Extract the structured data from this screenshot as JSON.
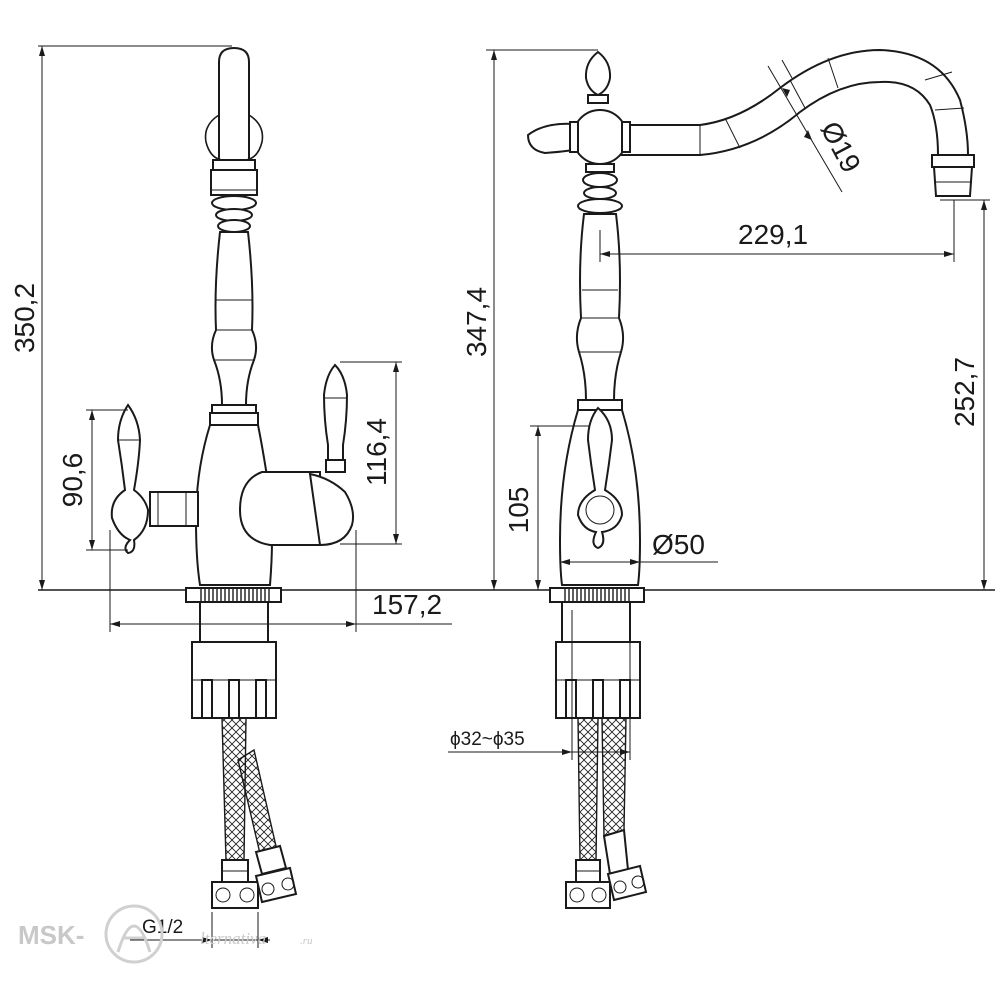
{
  "drawing": {
    "left_view": {
      "dim_height_total": "350,2",
      "dim_handle_height": "90,6",
      "dim_cartridge_height": "116,4",
      "dim_width": "157,2",
      "dim_thread": "G1/2"
    },
    "right_view": {
      "dim_height_total": "347,4",
      "dim_spout_reach": "229,1",
      "dim_spout_height": "252,7",
      "dim_spout_diameter": "Ø19",
      "dim_handle_height": "105",
      "dim_base_diameter": "Ø50",
      "dim_hole_diameter": "ϕ32~ϕ35"
    },
    "watermark": {
      "brand": "MSK-",
      "suffix": "lternativa",
      "domain": ".ru"
    }
  }
}
